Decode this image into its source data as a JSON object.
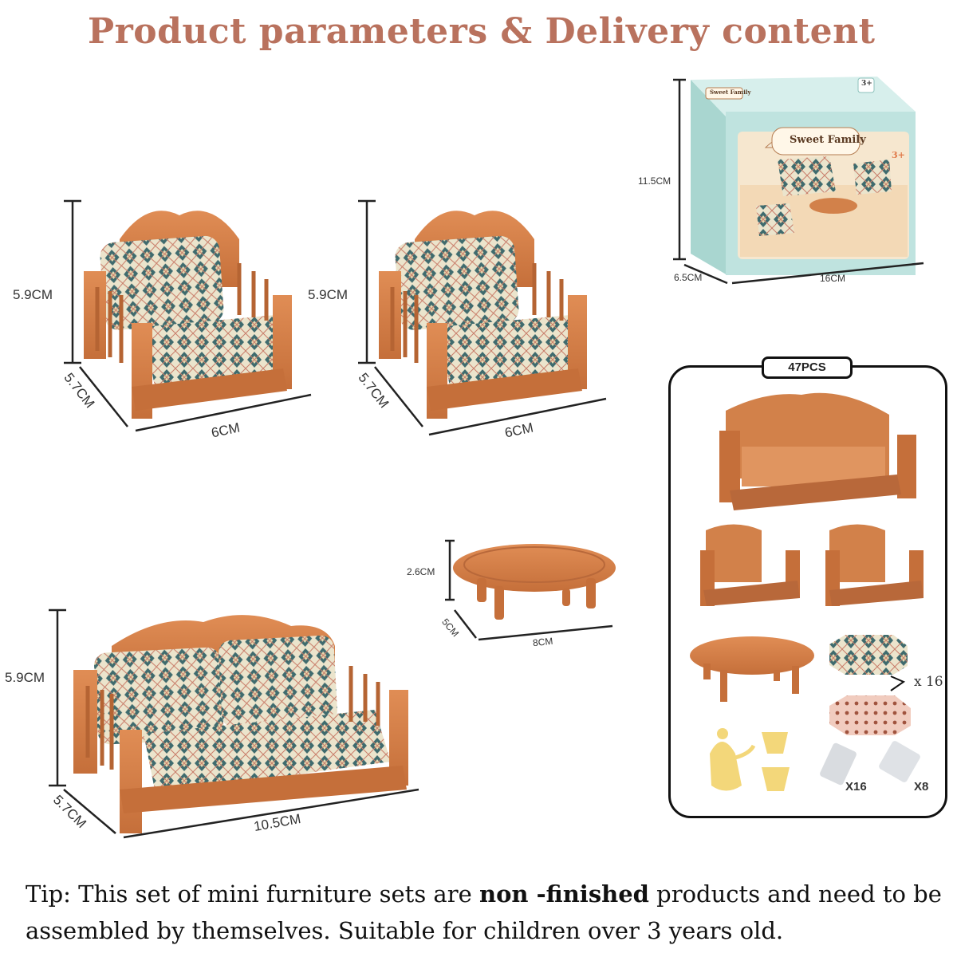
{
  "title": "Product parameters & Delivery content",
  "dimensions": {
    "armchair_left": {
      "height": "5.9CM",
      "depth": "5.7CM",
      "width": "6CM"
    },
    "armchair_right": {
      "height": "5.9CM",
      "depth": "5.7CM",
      "width": "6CM"
    },
    "sofa": {
      "height": "5.9CM",
      "depth": "5.7CM",
      "width": "10.5CM"
    },
    "table": {
      "height": "2.6CM",
      "depth": "5CM",
      "width": "8CM"
    },
    "box": {
      "height": "11.5CM",
      "depth": "6.5CM",
      "width": "16CM"
    }
  },
  "box": {
    "brand": "Sweet Family",
    "age": "3+"
  },
  "contents": {
    "count_label": "47PCS",
    "cushions_qty": "x 16",
    "small_part_qty": "X16",
    "large_part_qty": "X8"
  },
  "tip": {
    "prefix": "Tip: This set of mini furniture sets are ",
    "emphasis": "non -finished",
    "suffix": " products and need to be assembled by themselves. Suitable for children over 3 years old."
  },
  "colors": {
    "title": "#b9725e",
    "wood": "#d2814a",
    "wood_dark": "#a95b2c",
    "cushion": "#e9e2c9",
    "cushion_pattern": "#3f6b6e",
    "box_teal": "#bfe3df"
  }
}
